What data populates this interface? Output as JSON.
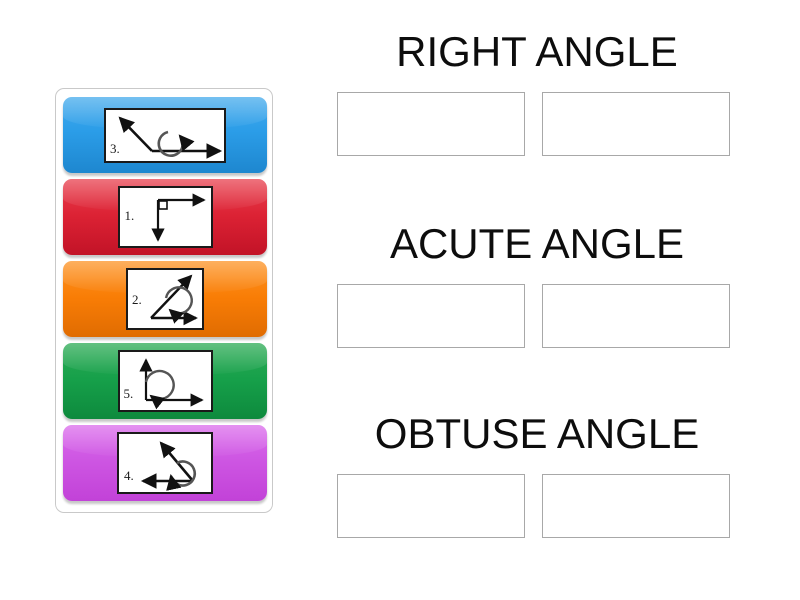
{
  "activity": {
    "type": "group-sort",
    "tray_label": "answer-tray"
  },
  "cards": [
    {
      "number": "3.",
      "color": "#2b9de8",
      "color_name": "blue",
      "angle_type": "obtuse",
      "icon": "obtuse-angle-diagram"
    },
    {
      "number": "1.",
      "color": "#dc2234",
      "color_name": "red",
      "angle_type": "right",
      "icon": "right-angle-diagram"
    },
    {
      "number": "2.",
      "color": "#f97d05",
      "color_name": "orange",
      "angle_type": "acute",
      "icon": "acute-angle-diagram"
    },
    {
      "number": "5.",
      "color": "#16a04a",
      "color_name": "green",
      "angle_type": "right",
      "icon": "right-angle-diagram"
    },
    {
      "number": "4.",
      "color": "#cd55e2",
      "color_name": "magenta",
      "angle_type": "obtuse",
      "icon": "obtuse-angle-diagram"
    }
  ],
  "categories": [
    {
      "title": "RIGHT ANGLE",
      "slots": [
        "",
        ""
      ]
    },
    {
      "title": "ACUTE ANGLE",
      "slots": [
        "",
        ""
      ]
    },
    {
      "title": "OBTUSE ANGLE",
      "slots": [
        "",
        ""
      ]
    }
  ]
}
